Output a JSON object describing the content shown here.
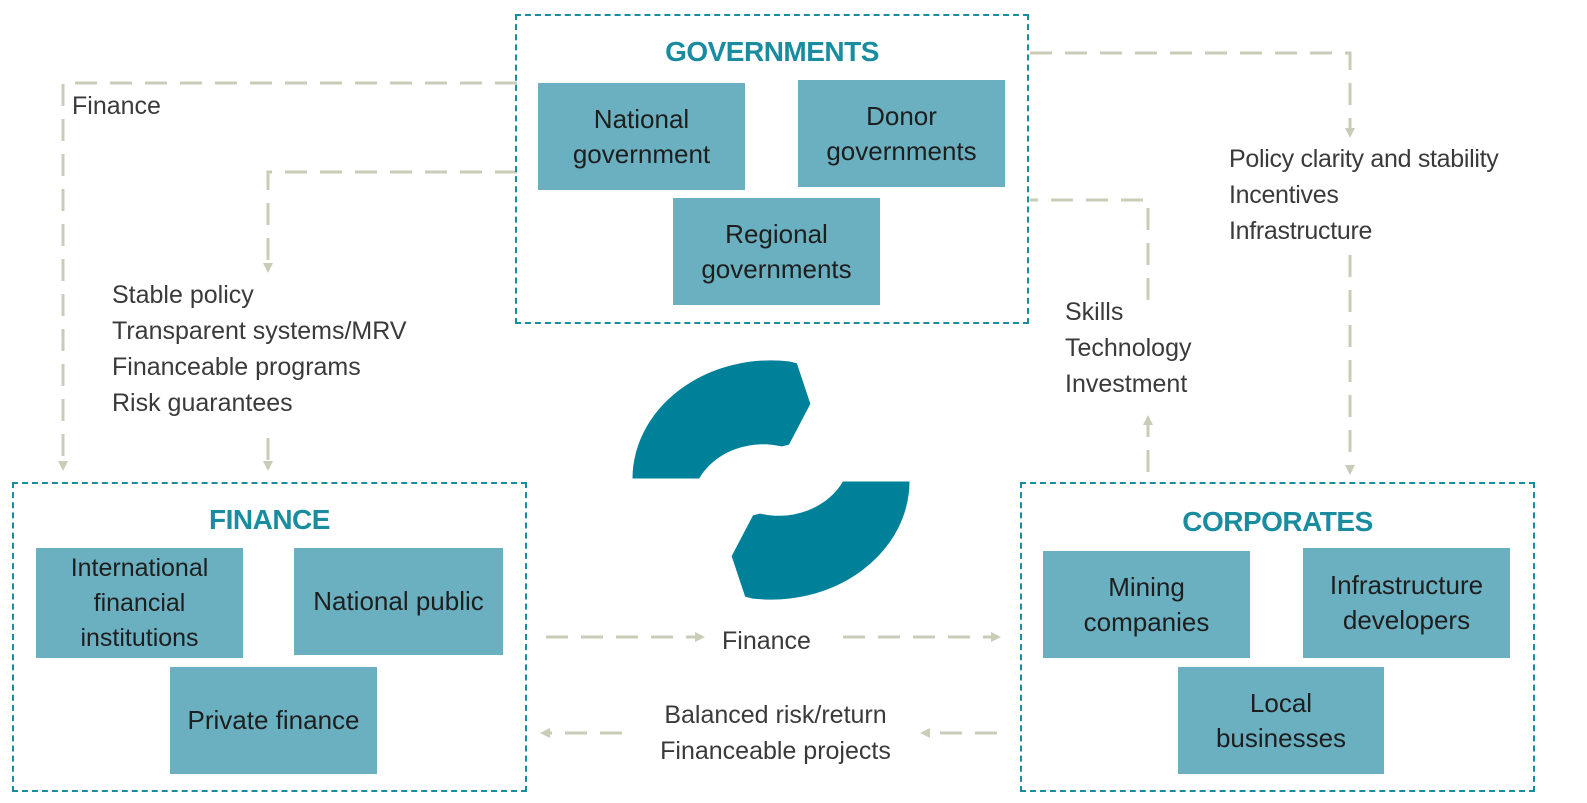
{
  "colors": {
    "accent": "#1a8ca0",
    "box_fill": "#6ab0c0",
    "cycle": "#00819a",
    "connector": "#c8cdb8"
  },
  "governments": {
    "title": "GOVERNMENTS",
    "boxes": [
      "National government",
      "Donor governments",
      "Regional governments"
    ]
  },
  "finance": {
    "title": "FINANCE",
    "boxes": [
      "International financial institutions",
      "National public",
      "Private finance"
    ]
  },
  "corporates": {
    "title": "CORPORATES",
    "boxes": [
      "Mining companies",
      "Infrastructure developers",
      "Local businesses"
    ]
  },
  "labels": {
    "gov_to_finance": "Finance",
    "gov_to_finance_conditions": [
      "Stable policy",
      "Transparent systems/MRV",
      "Financeable programs",
      "Risk guarantees"
    ],
    "gov_to_corporates": [
      "Policy clarity and stability",
      "Incentives",
      "Infrastructure"
    ],
    "corporates_to_gov": [
      "Skills",
      "Technology",
      "Investment"
    ],
    "finance_to_corporates": "Finance",
    "corporates_to_finance": [
      "Balanced risk/return",
      "Financeable projects"
    ]
  },
  "center_icon": "refresh-cycle-icon"
}
